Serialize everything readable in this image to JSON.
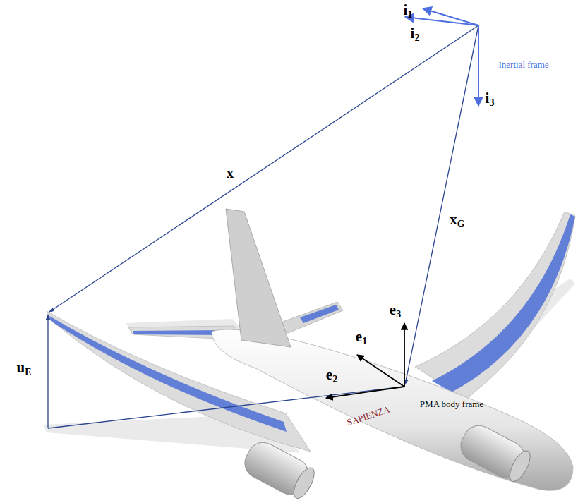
{
  "diagram": {
    "labels": [
      "i1",
      "i2",
      "Inertial frame",
      "i3",
      "x",
      "xG",
      "e3",
      "e1",
      "SAPIENZA",
      "e2",
      "PMA body frame",
      "uE"
    ]
  }
}
